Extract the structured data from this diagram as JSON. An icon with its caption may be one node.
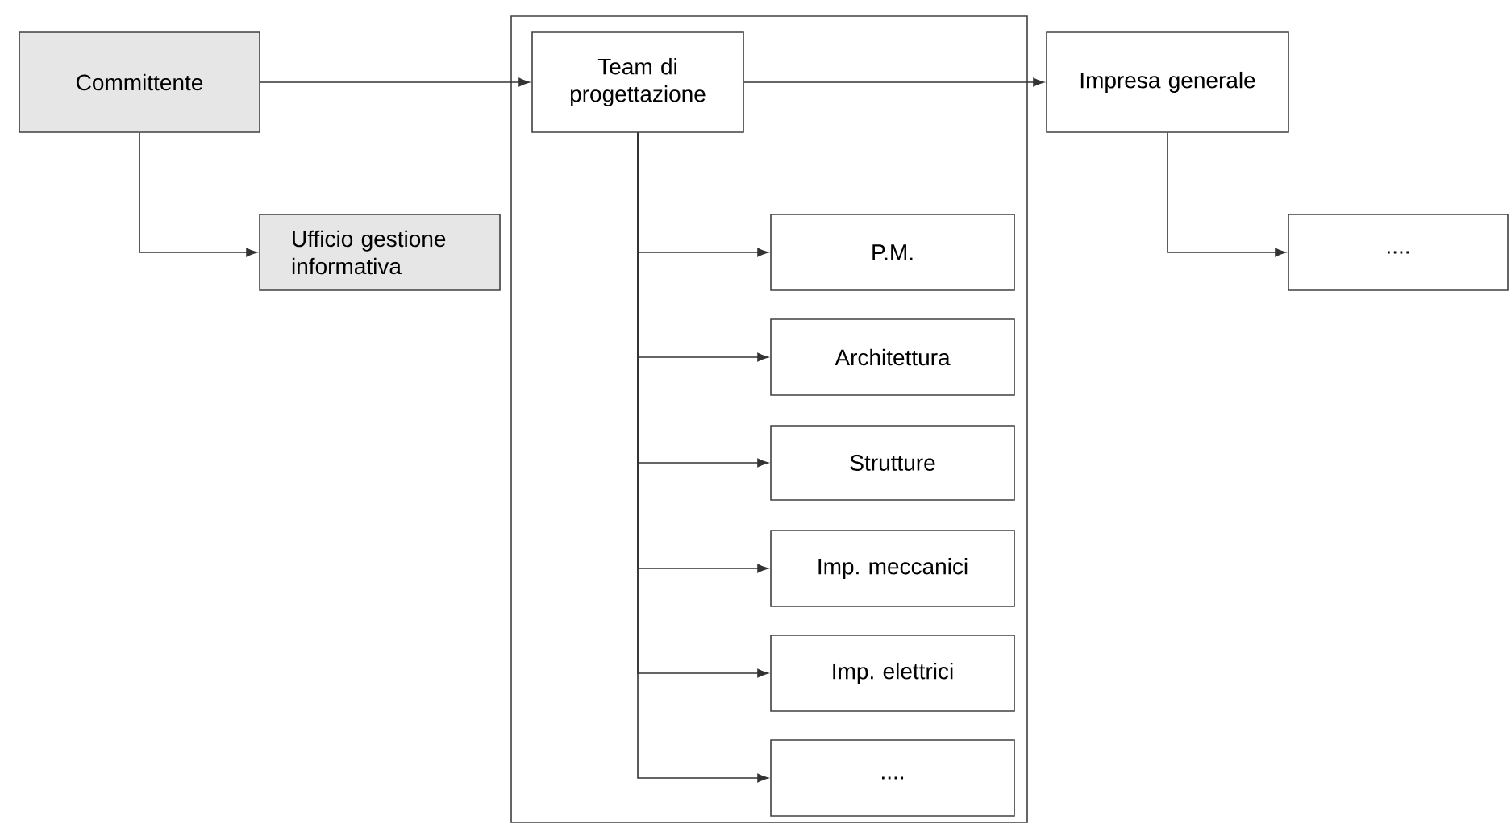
{
  "diagram": {
    "nodes": [
      {
        "text": [
          "Committente"
        ]
      },
      {
        "text": [
          "Ufficio gestione informativa"
        ]
      },
      {
        "text": [],
        "shape": "box"
      },
      {
        "text": [
          "Team di progettazione"
        ],
        "in": 2
      },
      {
        "text": [
          "Impresa generale"
        ]
      },
      {
        "text": [
          "P.M."
        ],
        "in": 2
      },
      {
        "text": [
          "Architettura"
        ],
        "in": 2
      },
      {
        "text": [
          "Strutture"
        ],
        "in": 2
      },
      {
        "text": [
          "Imp. meccanici"
        ],
        "in": 2
      },
      {
        "text": [
          "Imp. elettrici"
        ],
        "in": 2
      },
      {
        "text": [
          "...."
        ],
        "in": 2
      },
      {
        "text": [
          "...."
        ]
      }
    ],
    "edges": [
      {
        "from": 0,
        "to": 3,
        "arrow": "to"
      },
      {
        "from": 0,
        "to": 1,
        "arrow": "to"
      },
      {
        "from": 3,
        "to": 4,
        "arrow": "to"
      },
      {
        "from": 3,
        "to": 5,
        "arrow": "to"
      },
      {
        "from": 3,
        "to": 6,
        "arrow": "to"
      },
      {
        "from": 3,
        "to": 7,
        "arrow": "to"
      },
      {
        "from": 3,
        "to": 8,
        "arrow": "to"
      },
      {
        "from": 3,
        "to": 9,
        "arrow": "to"
      },
      {
        "from": 3,
        "to": 10,
        "arrow": "to"
      },
      {
        "from": 4,
        "to": 11,
        "arrow": "to"
      }
    ]
  }
}
